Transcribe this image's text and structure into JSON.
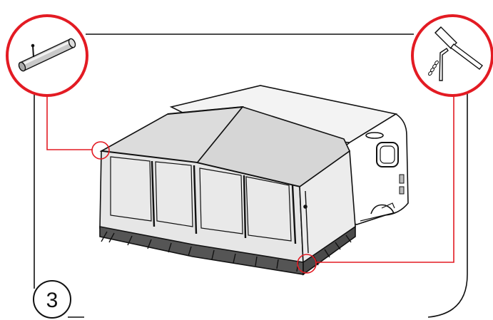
{
  "step": {
    "number": "3"
  },
  "callouts": [
    {
      "name": "awning-rail-connector-callout",
      "icon": "tube-pipe-icon",
      "ring_color": "#e31b23"
    },
    {
      "name": "pegging-tools-callout",
      "icon": "mallet-and-hex-key-icon",
      "ring_color": "#e31b23"
    }
  ],
  "colors": {
    "accent": "#e31b23",
    "outline": "#111111",
    "panel_fill": "#e6e6e6",
    "roof_fill": "#dcdcdc",
    "skirt_fill": "#555555",
    "caravan_fill": "#ffffff"
  }
}
